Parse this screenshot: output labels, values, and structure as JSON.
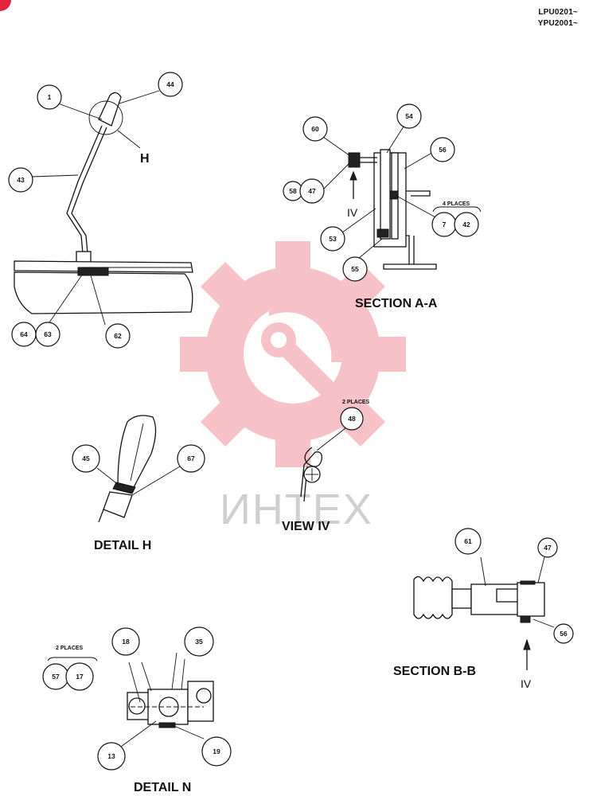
{
  "serial_numbers": [
    "LPU0201~",
    "YPU2001~"
  ],
  "view_titles": {
    "section_aa": "SECTION  A-A",
    "detail_h": "DETAIL  H",
    "view_iv": "VIEW  IV",
    "section_bb": "SECTION  B-B",
    "detail_n": "DETAIL  N"
  },
  "letters": {
    "h": "H",
    "iv": "IV"
  },
  "notes": {
    "four_places": "4 PLACES",
    "two_places": "2 PLACES"
  },
  "balloons": {
    "b1": "1",
    "b44": "44",
    "b43": "43",
    "b64": "64",
    "b63": "63",
    "b62": "62",
    "b60": "60",
    "b54": "54",
    "b56": "56",
    "b58": "58",
    "b47": "47",
    "b7": "7",
    "b42": "42",
    "b53": "53",
    "b55": "55",
    "b48": "48",
    "b45": "45",
    "b67": "67",
    "b61": "61",
    "b47b": "47",
    "b56b": "56",
    "b57": "57",
    "b17": "17",
    "b18": "18",
    "b35": "35",
    "b13": "13",
    "b19": "19"
  },
  "watermark": {
    "text": "ИНТЕХ",
    "color": "#e2233a"
  }
}
